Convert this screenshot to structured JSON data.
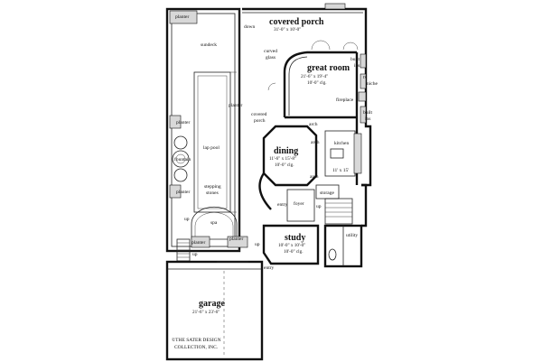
{
  "labels": {
    "covered_porch_top": "covered porch",
    "covered_porch_top_dim": "31'-0\" x 10'-0\"",
    "great_room": "great room",
    "great_room_dim": "21'-6\" x 19'-4\"",
    "great_room_clg": "10'-0\" clg.",
    "curved_glass_1": "curved",
    "curved_glass_2": "glass",
    "dining": "dining",
    "dining_dim": "11'-6\" x 15'-8\"",
    "dining_clg": "10'-0\" clg.",
    "kitchen": "kitchen",
    "kitchen_dim": "11' x 15'",
    "study": "study",
    "study_dim": "10'-0\" x 10'-0\"",
    "study_clg": "10'-0\" clg.",
    "garage": "garage",
    "garage_dim": "21'-6\" x 23'-6\"",
    "sundeck": "sundeck",
    "lap_pool": "lap pool",
    "stepping_stones_1": "stepping",
    "stepping_stones_2": "stones",
    "spa": "spa",
    "fountain": "fountain",
    "planter_top": "planter",
    "planter_left_1": "planter",
    "planter_left_2": "planter",
    "planter_mid": "planter",
    "planter_bottom_1": "planter",
    "planter_bottom_2": "planter",
    "down": "down",
    "covered_porch_side_1": "covered",
    "covered_porch_side_2": "porch",
    "arch_1": "arch",
    "arch_2": "arch",
    "arch_3": "arch",
    "built_1": "built",
    "built_2": "ins",
    "tv_1": "tv",
    "tv_2": "niche",
    "fireplace": "fireplace",
    "built_ins_1": "built",
    "built_ins_2": "ins",
    "storage": "storage",
    "up_1": "up",
    "up_2": "up",
    "up_3": "up",
    "up_4": "up",
    "entry_1": "entry",
    "entry_2": "entry",
    "foyer": "foyer",
    "utility": "utility",
    "copyright_1": "©THE SATER DESIGN",
    "copyright_2": "COLLECTION, INC."
  }
}
